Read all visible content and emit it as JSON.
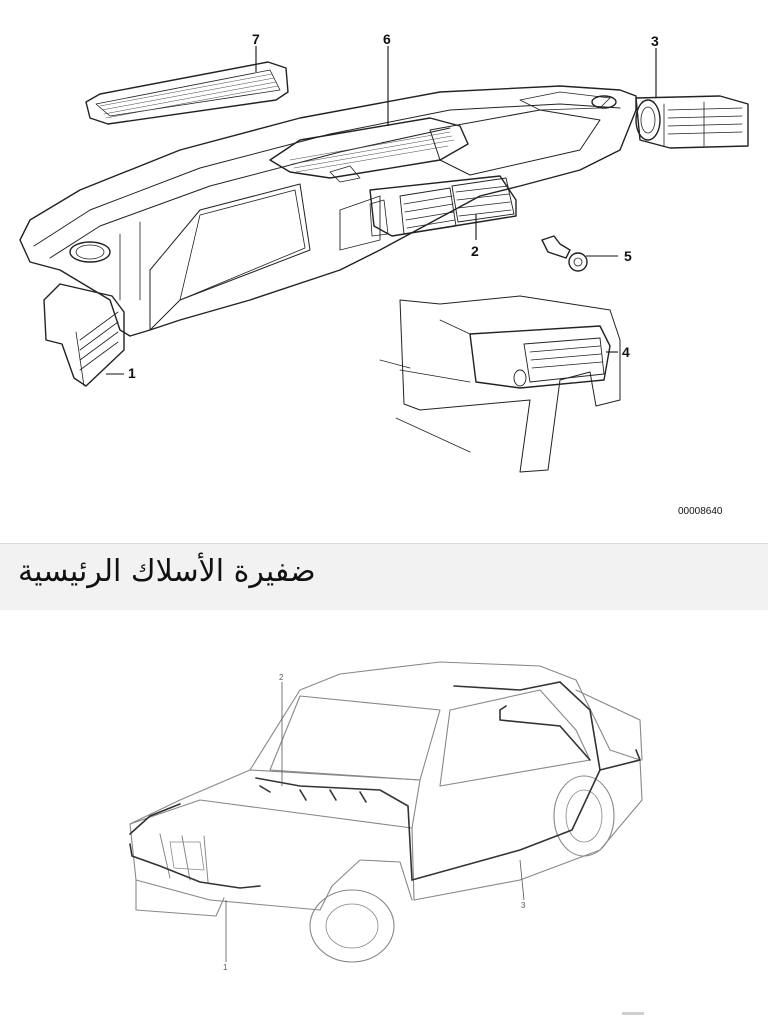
{
  "top_diagram": {
    "callouts": [
      "1",
      "2",
      "3",
      "4",
      "5",
      "6",
      "7"
    ],
    "reference_number": "00008640"
  },
  "section_header": {
    "title": "ضفيرة الأسلاك الرئيسية"
  },
  "bottom_diagram": {
    "callouts": [
      "1",
      "2",
      "3"
    ]
  }
}
